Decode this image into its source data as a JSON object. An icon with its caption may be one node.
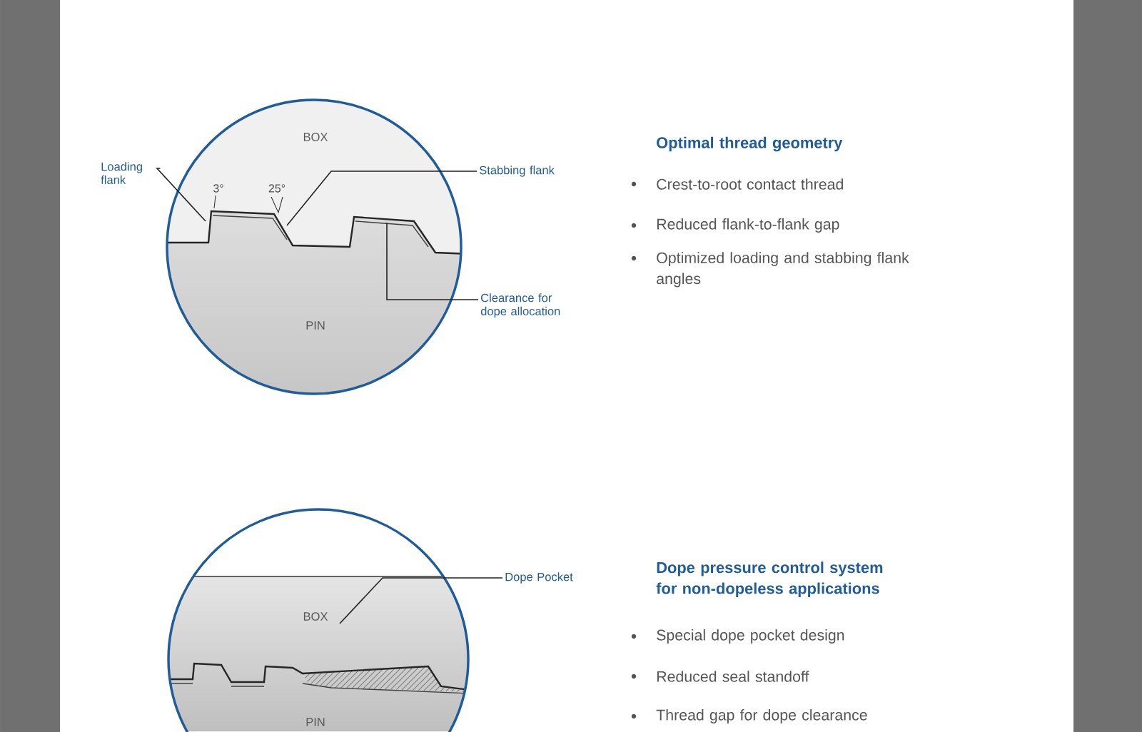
{
  "diagram": {
    "nodes": [
      {
        "text": [
          "Loading flank"
        ]
      },
      {
        "text": [
          "Stabbing flank"
        ]
      },
      {
        "text": [
          "Clearance for dope allocation"
        ]
      },
      {
        "text": [
          "Dope Pocket"
        ]
      }
    ],
    "edges": [
      {
        "from": 0,
        "to": null,
        "arrow": "none"
      },
      {
        "from": 1,
        "to": null,
        "arrow": "none"
      },
      {
        "from": 2,
        "to": null,
        "arrow": "none"
      },
      {
        "from": 3,
        "to": null,
        "arrow": "none"
      }
    ],
    "labels": [
      "BOX",
      "3°",
      "25°",
      "PIN",
      "Optimal thread geometry",
      "Crest-to-root contact thread",
      "Reduced flank-to-flank gap",
      "Optimized loading and stabbing flank angles",
      "BOX",
      "PIN",
      "Dope pressure control system for non-dopeless applications",
      "Special dope pocket design",
      "Reduced seal standoff",
      "Thread gap for dope clearance"
    ]
  }
}
